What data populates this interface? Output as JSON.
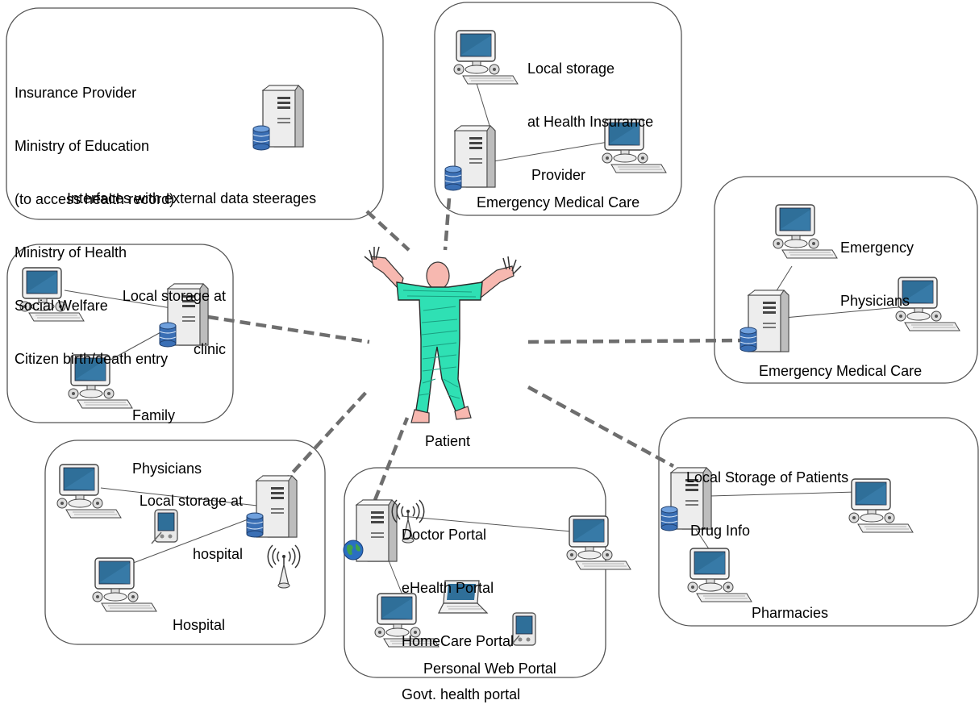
{
  "external": {
    "lines": [
      "Insurance Provider",
      "Ministry of Education",
      "(to access health record)",
      "Ministry of Health",
      "Social Welfare",
      "Citizen birth/death entry"
    ],
    "caption": "Interfaces with external data steerages"
  },
  "insurance": {
    "lines": [
      "Local storage",
      "at Health Insurance",
      " Provider"
    ],
    "caption": "Emergency Medical Care"
  },
  "emergency": {
    "lines": [
      "Emergency",
      "Physicians"
    ],
    "caption": "Emergency Medical Care"
  },
  "clinic": {
    "lines": [
      "Local storage at",
      "clinic"
    ],
    "caption_lines": [
      "Family",
      "Physicians"
    ]
  },
  "patient": {
    "label": "Patient"
  },
  "hospital": {
    "lines": [
      "Local storage at",
      "hospital"
    ],
    "caption": "Hospital"
  },
  "portal": {
    "lines": [
      "Doctor Portal",
      "eHealth Portal",
      "HomeCare Portal",
      "Govt. health portal"
    ],
    "caption": "Personal Web Portal"
  },
  "pharmacy": {
    "lines": [
      "Local Storage of Patients",
      " Drug Info"
    ],
    "caption": "Pharmacies"
  },
  "colors": {
    "box_border": "#555555",
    "dash_line": "#6e6e6e",
    "patient_fill": "#2fe0b4",
    "skin": "#f7b8b0",
    "screen": "#2f6f99",
    "server_body": "#e6e6e6",
    "db": "#3a6fb5"
  }
}
